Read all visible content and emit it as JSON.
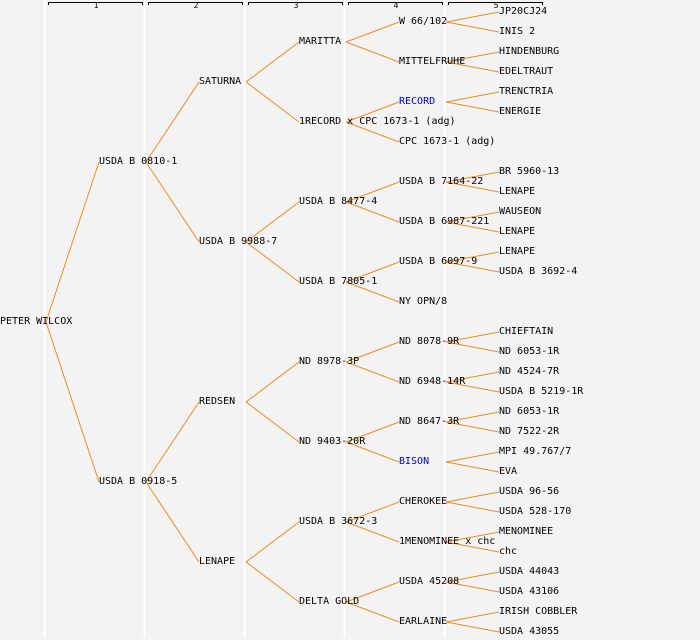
{
  "colors": {
    "background": "#f3f3f3",
    "edge": "#f08c1e",
    "gridline": "#ffffff",
    "bracket": "#000000",
    "text": "#000000",
    "link_text": "#0000dd"
  },
  "generations": [
    "1",
    "2",
    "3",
    "4",
    "5"
  ],
  "pedigree": {
    "name": "PETER WILCOX",
    "children": [
      {
        "name": "USDA B 0810-1",
        "children": [
          {
            "name": "SATURNA",
            "children": [
              {
                "name": "MARITTA",
                "children": [
                  {
                    "name": "W 66/102",
                    "children": [
                      {
                        "name": "JP20CJ24"
                      },
                      {
                        "name": "INIS 2"
                      }
                    ]
                  },
                  {
                    "name": "MITTELFRUHE",
                    "children": [
                      {
                        "name": "HINDENBURG"
                      },
                      {
                        "name": "EDELTRAUT"
                      }
                    ]
                  }
                ]
              },
              {
                "name": "1RECORD x CPC 1673-1 (adg)",
                "children": [
                  {
                    "name": "RECORD",
                    "link": true,
                    "children": [
                      {
                        "name": "TRENCTRIA"
                      },
                      {
                        "name": "ENERGIE"
                      }
                    ]
                  },
                  {
                    "name": "CPC 1673-1 (adg)"
                  }
                ]
              }
            ]
          },
          {
            "name": "USDA B 9988-7",
            "children": [
              {
                "name": "USDA B 8477-4",
                "children": [
                  {
                    "name": "USDA B 7164-22",
                    "children": [
                      {
                        "name": "BR 5960-13"
                      },
                      {
                        "name": "LENAPE"
                      }
                    ]
                  },
                  {
                    "name": "USDA B 6987-221",
                    "children": [
                      {
                        "name": "WAUSEON"
                      },
                      {
                        "name": "LENAPE"
                      }
                    ]
                  }
                ]
              },
              {
                "name": "USDA B 7805-1",
                "children": [
                  {
                    "name": "USDA B 6097-9",
                    "children": [
                      {
                        "name": "LENAPE"
                      },
                      {
                        "name": "USDA B 3692-4"
                      }
                    ]
                  },
                  {
                    "name": "NY OPN/8"
                  }
                ]
              }
            ]
          }
        ]
      },
      {
        "name": "USDA B 0918-5",
        "children": [
          {
            "name": "REDSEN",
            "children": [
              {
                "name": "ND 8978-3P",
                "children": [
                  {
                    "name": "ND 8078-9R",
                    "children": [
                      {
                        "name": "CHIEFTAIN"
                      },
                      {
                        "name": "ND 6053-1R"
                      }
                    ]
                  },
                  {
                    "name": "ND 6948-14R",
                    "children": [
                      {
                        "name": "ND 4524-7R"
                      },
                      {
                        "name": "USDA B 5219-1R"
                      }
                    ]
                  }
                ]
              },
              {
                "name": "ND 9403-20R",
                "children": [
                  {
                    "name": "ND 8647-3R",
                    "children": [
                      {
                        "name": "ND 6053-1R"
                      },
                      {
                        "name": "ND 7522-2R"
                      }
                    ]
                  },
                  {
                    "name": "BISON",
                    "link": true,
                    "children": [
                      {
                        "name": "MPI 49.767/7"
                      },
                      {
                        "name": "EVA"
                      }
                    ]
                  }
                ]
              }
            ]
          },
          {
            "name": "LENAPE",
            "children": [
              {
                "name": "USDA B 3672-3",
                "children": [
                  {
                    "name": "CHEROKEE",
                    "children": [
                      {
                        "name": "USDA 96-56"
                      },
                      {
                        "name": "USDA 528-170"
                      }
                    ]
                  },
                  {
                    "name": "1MENOMINEE x chc",
                    "children": [
                      {
                        "name": "MENOMINEE"
                      },
                      {
                        "name": "chc"
                      }
                    ]
                  }
                ]
              },
              {
                "name": "DELTA GOLD",
                "children": [
                  {
                    "name": "USDA 45208",
                    "children": [
                      {
                        "name": "USDA 44043"
                      },
                      {
                        "name": "USDA 43106"
                      }
                    ]
                  },
                  {
                    "name": "EARLAINE",
                    "children": [
                      {
                        "name": "IRISH COBBLER"
                      },
                      {
                        "name": "USDA 43055"
                      }
                    ]
                  }
                ]
              }
            ]
          }
        ]
      }
    ]
  }
}
